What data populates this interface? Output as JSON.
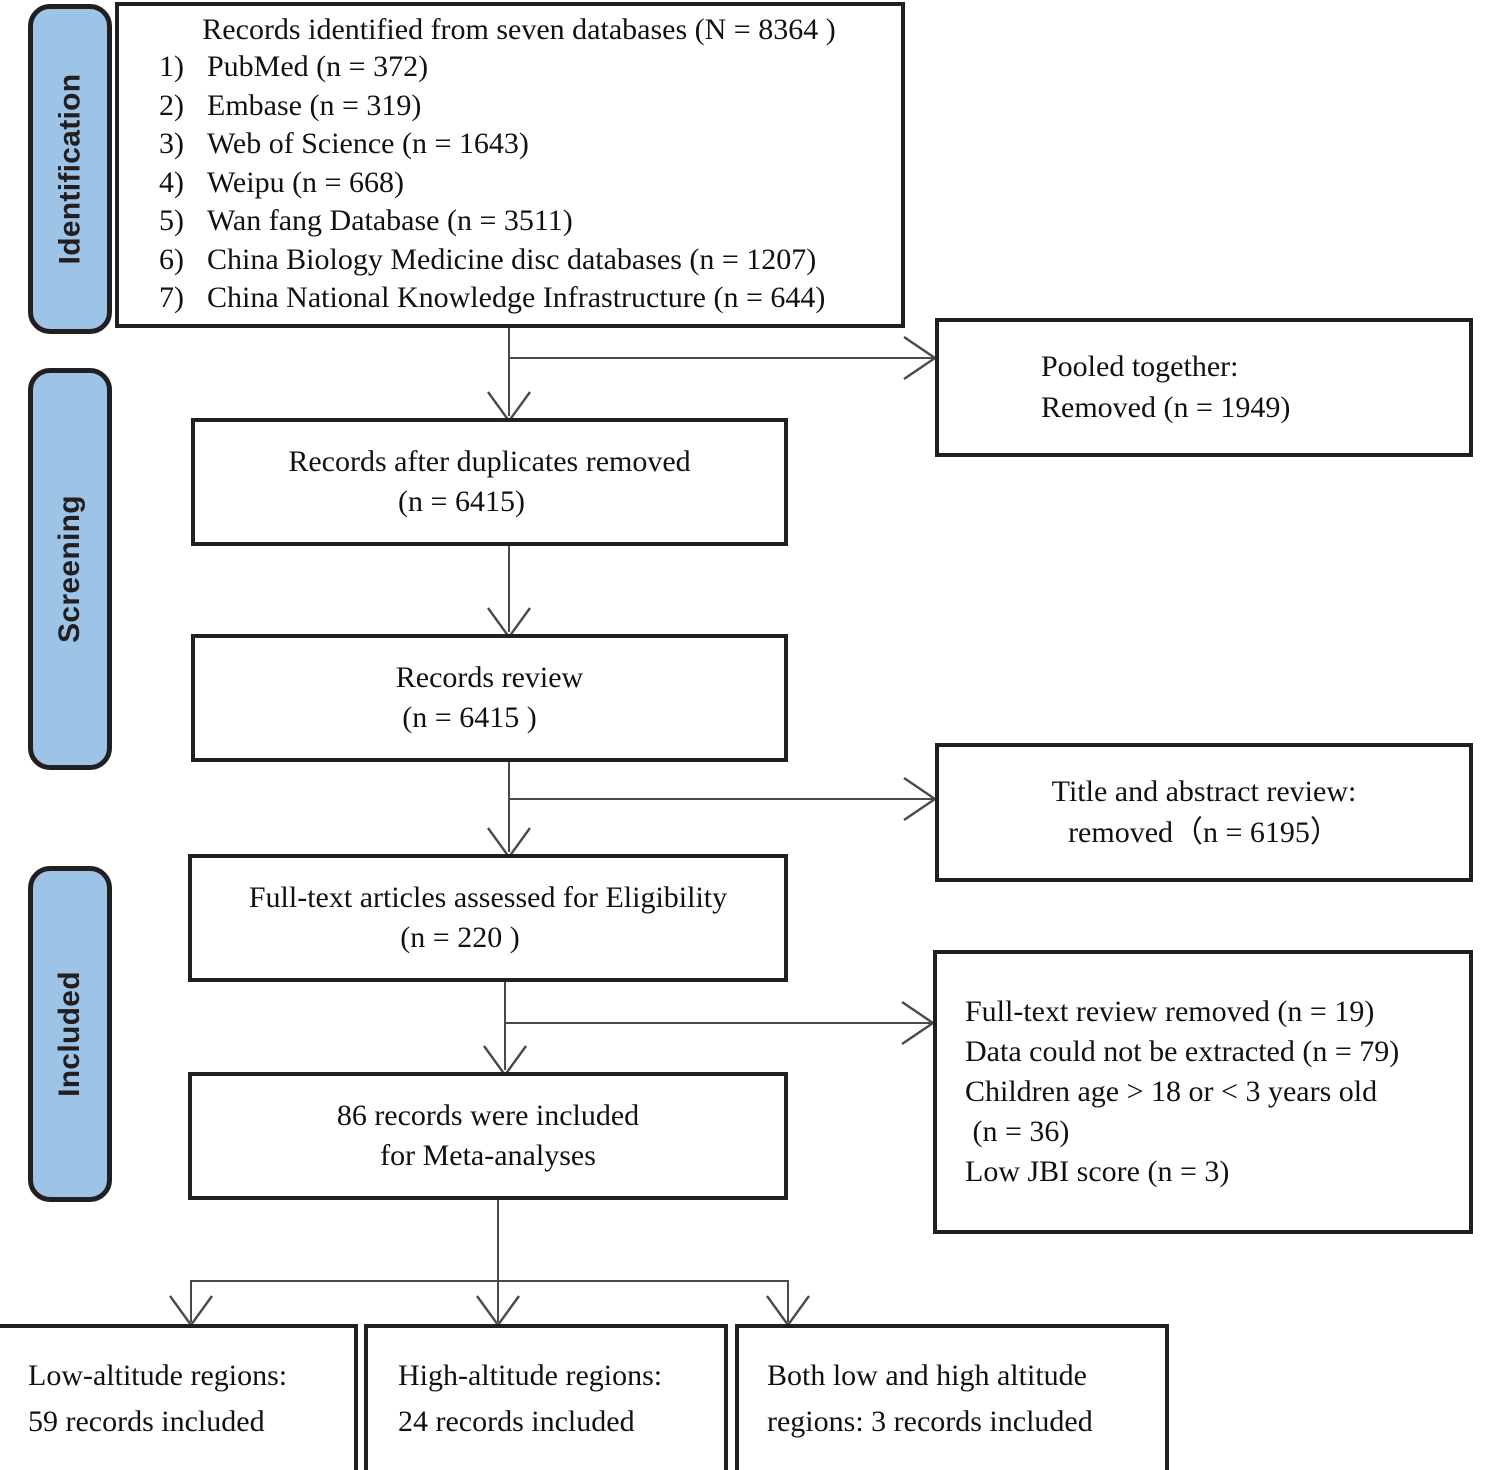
{
  "diagram": {
    "type": "prisma-flow-diagram",
    "title": "PRISMA study selection flow diagram",
    "accent_color": "#9DC3E6",
    "border_color": "#231f20",
    "connector_color": "#4a4a4a"
  },
  "stages": [
    {
      "id": "identification",
      "label": "Identification"
    },
    {
      "id": "screening",
      "label": "Screening"
    },
    {
      "id": "included",
      "label": "Included"
    }
  ],
  "identification_box": {
    "heading": "Records identified from seven databases (N = 8364 )",
    "databases": [
      {
        "num": "1)",
        "name": "PubMed (n = 372)"
      },
      {
        "num": "2)",
        "name": "Embase (n = 319)"
      },
      {
        "num": "3)",
        "name": "Web of Science (n = 1643)"
      },
      {
        "num": "4)",
        "name": "Weipu (n = 668)"
      },
      {
        "num": "5)",
        "name": "Wan fang Database (n = 3511)"
      },
      {
        "num": "6)",
        "name": "China Biology Medicine disc databases (n = 1207)"
      },
      {
        "num": "7)",
        "name": "China National Knowledge Infrastructure (n = 644)"
      }
    ]
  },
  "main_flow": [
    {
      "id": "duplicates-removed",
      "line1": "Records after duplicates removed",
      "line2": "(n = 6415)"
    },
    {
      "id": "records-review",
      "line1": "Records review",
      "line2": "(n = 6415 )"
    },
    {
      "id": "full-text-eligibility",
      "line1": "Full-text articles assessed for Eligibility",
      "line2": "(n = 220 )"
    },
    {
      "id": "records-included",
      "line1": "86 records were included",
      "line2": "for Meta-analyses"
    }
  ],
  "exclusion_boxes": [
    {
      "id": "pooled-removed",
      "lines": [
        "Pooled together:",
        "Removed (n = 1949)"
      ]
    },
    {
      "id": "title-abstract-removed",
      "lines": [
        "Title and abstract review:",
        "removed（n = 6195）"
      ]
    },
    {
      "id": "full-text-removed",
      "lines": [
        "Full-text review removed (n = 19)",
        "Data could not be extracted (n = 79)",
        "Children age > 18 or < 3 years old",
        " (n = 36)",
        "Low JBI score (n = 3)"
      ]
    }
  ],
  "outcome_boxes": [
    {
      "id": "low-altitude",
      "line1": "Low-altitude regions:",
      "line2": "59 records included"
    },
    {
      "id": "high-altitude",
      "line1": "High-altitude regions:",
      "line2": "24 records included"
    },
    {
      "id": "both-altitude",
      "line1": "Both low and high altitude",
      "line2": "regions: 3 records included"
    }
  ]
}
